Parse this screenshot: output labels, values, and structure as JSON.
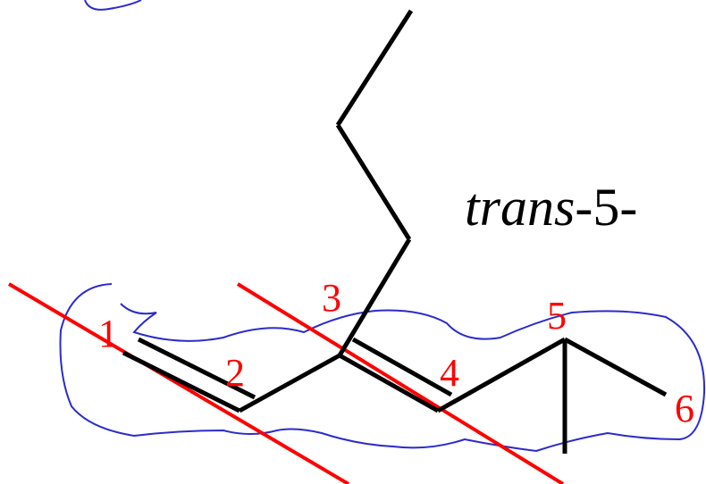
{
  "colors": {
    "bond": "#000000",
    "cut_line": "#ff0000",
    "label": "#ff0000",
    "annotation": "#2b2bcc",
    "text": "#000000"
  },
  "title": {
    "prefix": "trans",
    "suffix": "-5-"
  },
  "carbon_numbers": [
    "1",
    "2",
    "3",
    "4",
    "5",
    "6"
  ]
}
